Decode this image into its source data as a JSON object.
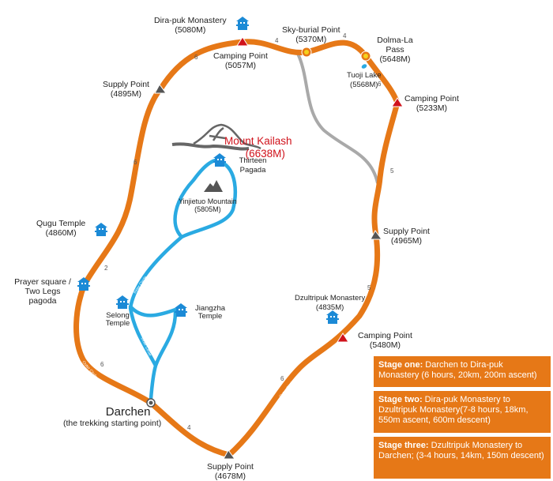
{
  "colors": {
    "outer": "#e67817",
    "inner": "#2aaae2",
    "alt": "#a9a9a9",
    "pagoda": "#1b8ad6",
    "camp": "#d0121b",
    "supply": "#555555",
    "title": "#d0121b"
  },
  "mountain": {
    "name": "Mount Kailash",
    "elev": "(6638M)"
  },
  "places": [
    {
      "name": "Dira-puk Monastery",
      "elev": "(5080M)",
      "icon": "pagoda-icon"
    },
    {
      "name": "Camping Point",
      "elev": "(5057M)",
      "icon": "tent-icon"
    },
    {
      "name": "Sky-burial Point",
      "elev": "(5370M)",
      "icon": "pass-icon"
    },
    {
      "name": "Dolma-La Pass",
      "elev": "(5648M)",
      "icon": "pass-icon"
    },
    {
      "name": "Tuoji Lake",
      "elev": "(5568M)",
      "icon": "lake-icon"
    },
    {
      "name": "Camping Point",
      "elev": "(5233M)",
      "icon": "tent-icon"
    },
    {
      "name": "Supply Point",
      "elev": "(4895M)",
      "icon": "supply-icon"
    },
    {
      "name": "Thirteen Pagada",
      "elev": "",
      "icon": "pagoda-icon"
    },
    {
      "name": "Yinjietuo Mountain",
      "elev": "(5805M)",
      "icon": "mountain-icon"
    },
    {
      "name": "Qugu Temple",
      "elev": "(4860M)",
      "icon": "pagoda-icon"
    },
    {
      "name": "Supply Point",
      "elev": "(4965M)",
      "icon": "supply-icon"
    },
    {
      "name": "Prayer square / Two Legs pagoda",
      "elev": "",
      "icon": "pagoda-icon"
    },
    {
      "name": "Selong Temple",
      "elev": "",
      "icon": "pagoda-icon"
    },
    {
      "name": "Jiangzha Temple",
      "elev": "",
      "icon": "pagoda-icon"
    },
    {
      "name": "Dzultripuk Monastery",
      "elev": "(4835M)",
      "icon": "pagoda-icon"
    },
    {
      "name": "Camping Point",
      "elev": "(5480M)",
      "icon": "tent-icon"
    },
    {
      "name": "Darchen",
      "elev": "(the trekking starting point)",
      "icon": "start-icon"
    },
    {
      "name": "Supply Point",
      "elev": "(4678M)",
      "icon": "supply-icon"
    }
  ],
  "distances": [
    "6",
    "4",
    "4",
    "6",
    "6",
    "2",
    "5",
    "5",
    "6",
    "6",
    "4"
  ],
  "route_labels": {
    "outer": "Outer Circle",
    "inner": "Inner Circle"
  },
  "stages": [
    {
      "title": "Stage one:",
      "text": " Darchen to Dira-puk Monastery (6 hours, 20km, 200m ascent)"
    },
    {
      "title": "Stage two:",
      "text": " Dira-puk Monastery to Dzultripuk Monastery(7-8 hours, 18km, 550m ascent, 600m descent)"
    },
    {
      "title": "Stage three:",
      "text": " Dzultripuk Monastery to Darchen; (3-4 hours, 14km, 150m descent)"
    }
  ]
}
